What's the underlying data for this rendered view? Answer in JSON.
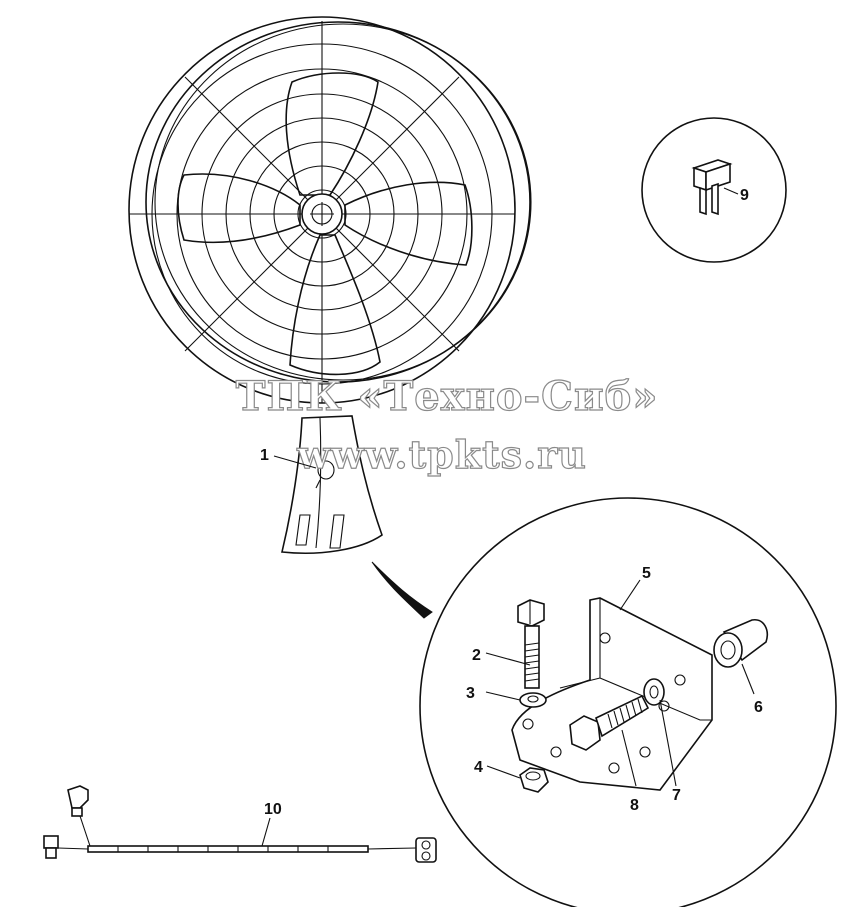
{
  "watermark": {
    "line1": "ТПК «Техно-Сиб»",
    "line2": "www.tpkts.ru"
  },
  "callouts": [
    "1",
    "2",
    "3",
    "4",
    "5",
    "6",
    "7",
    "8",
    "9",
    "10"
  ],
  "colors": {
    "ink": "#111111",
    "watermark_outline": "#8a8a8a",
    "background": "#ffffff"
  }
}
